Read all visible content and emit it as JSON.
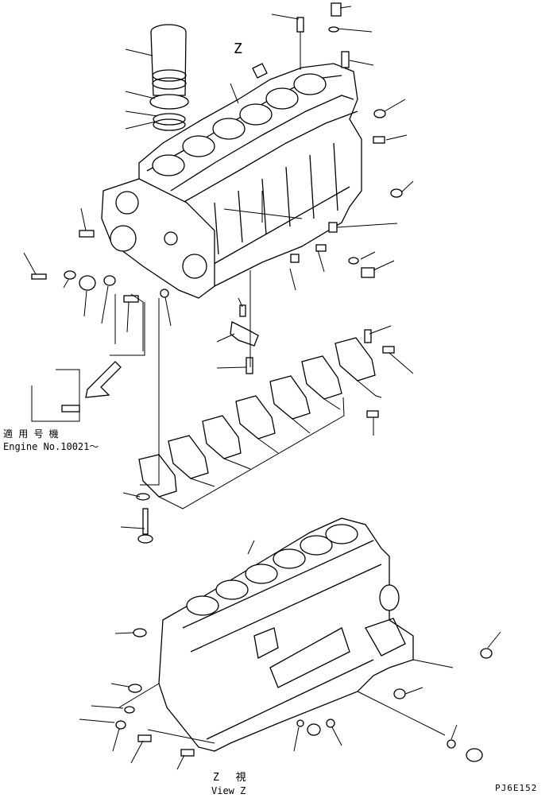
{
  "labels": {
    "view_letter": "Z",
    "applicable_machines": "適 用 号 機",
    "engine_serial": "Engine No.10021～",
    "view_z_jp": "Z　 視",
    "view_z_en": "View Z",
    "figure_code": "PJ6E152"
  }
}
